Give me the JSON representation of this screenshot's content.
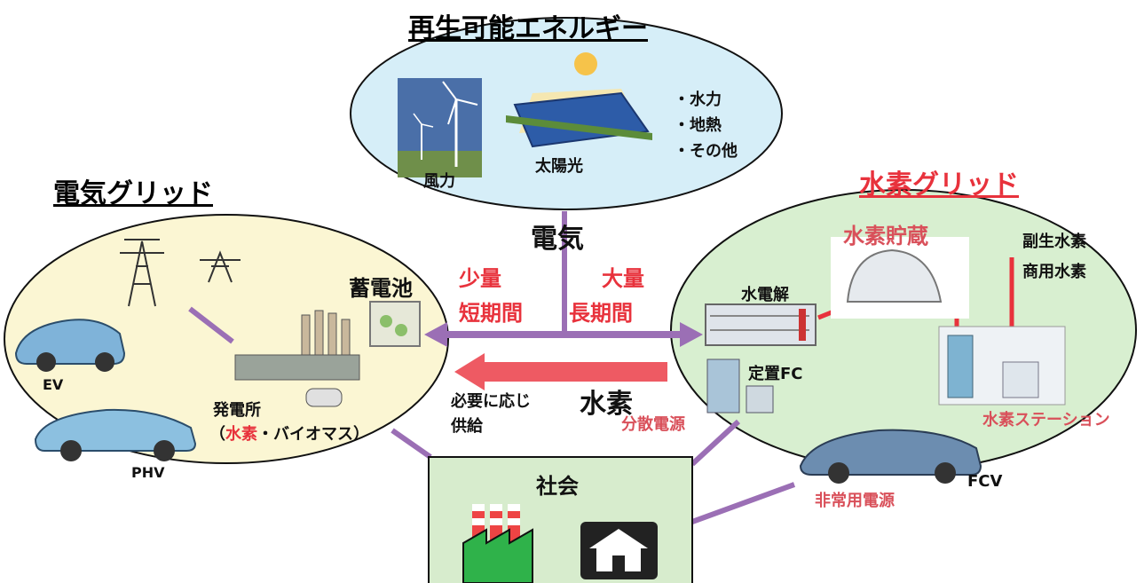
{
  "renewable": {
    "title": "再生可能エネルギー",
    "wind": "風力",
    "solar": "太陽光",
    "others": [
      "・水力",
      "・地熱",
      "・その他"
    ]
  },
  "electric_grid": {
    "title": "電気グリッド",
    "battery": "蓄電池",
    "ev": "EV",
    "phv": "PHV",
    "plant_line1": "発電所",
    "plant_paren_open": "（",
    "plant_hydrogen": "水素",
    "plant_rest": "・バイオマス）"
  },
  "hydrogen_grid": {
    "title": "水素グリッド",
    "storage": "水素貯蔵",
    "byproduct": "副生水素",
    "commercial": "商用水素",
    "electrolysis": "水電解",
    "stationary_fc": "定置FC",
    "distributed": "分散電源",
    "station": "水素ステーション",
    "fcv": "FCV",
    "emergency": "非常用電源"
  },
  "flows": {
    "electricity": "電気",
    "small_amount": "少量",
    "short_term": "短期間",
    "large_amount": "大量",
    "long_term": "長期間",
    "hydrogen": "水素",
    "supply_line1": "必要に応じ",
    "supply_line2": "供給"
  },
  "society": {
    "title": "社会"
  },
  "colors": {
    "sky_ellipse": "#d6eef8",
    "electric_ellipse": "#fbf6d3",
    "hydrogen_ellipse": "#d8efd0",
    "society_box": "#d7eccd",
    "connector": "#9b6fb5",
    "hydrogen_arrow": "#ee5a63",
    "accent_red": "#e8323c"
  }
}
